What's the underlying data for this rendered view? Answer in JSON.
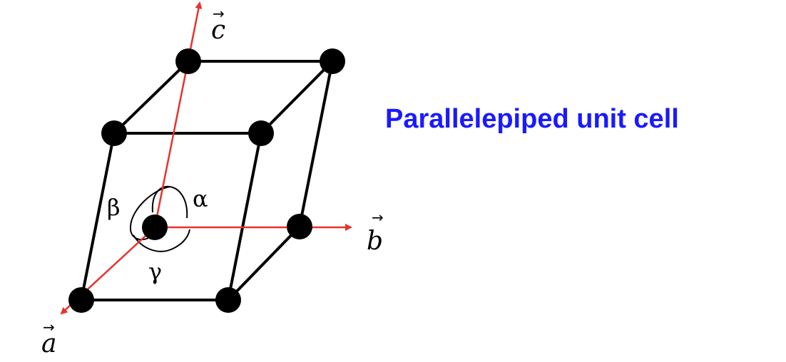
{
  "caption": {
    "text": "Parallelepiped unit cell",
    "color": "#1a1aff"
  },
  "axes": {
    "a": {
      "letter": "a",
      "arrow": "→"
    },
    "b": {
      "letter": "b",
      "arrow": "→"
    },
    "c": {
      "letter": "c",
      "arrow": "→"
    }
  },
  "angles": {
    "alpha": "α",
    "beta": "β",
    "gamma": "γ"
  },
  "colors": {
    "edge": "#000000",
    "axis": "#e8322d",
    "atom": "#000000"
  }
}
